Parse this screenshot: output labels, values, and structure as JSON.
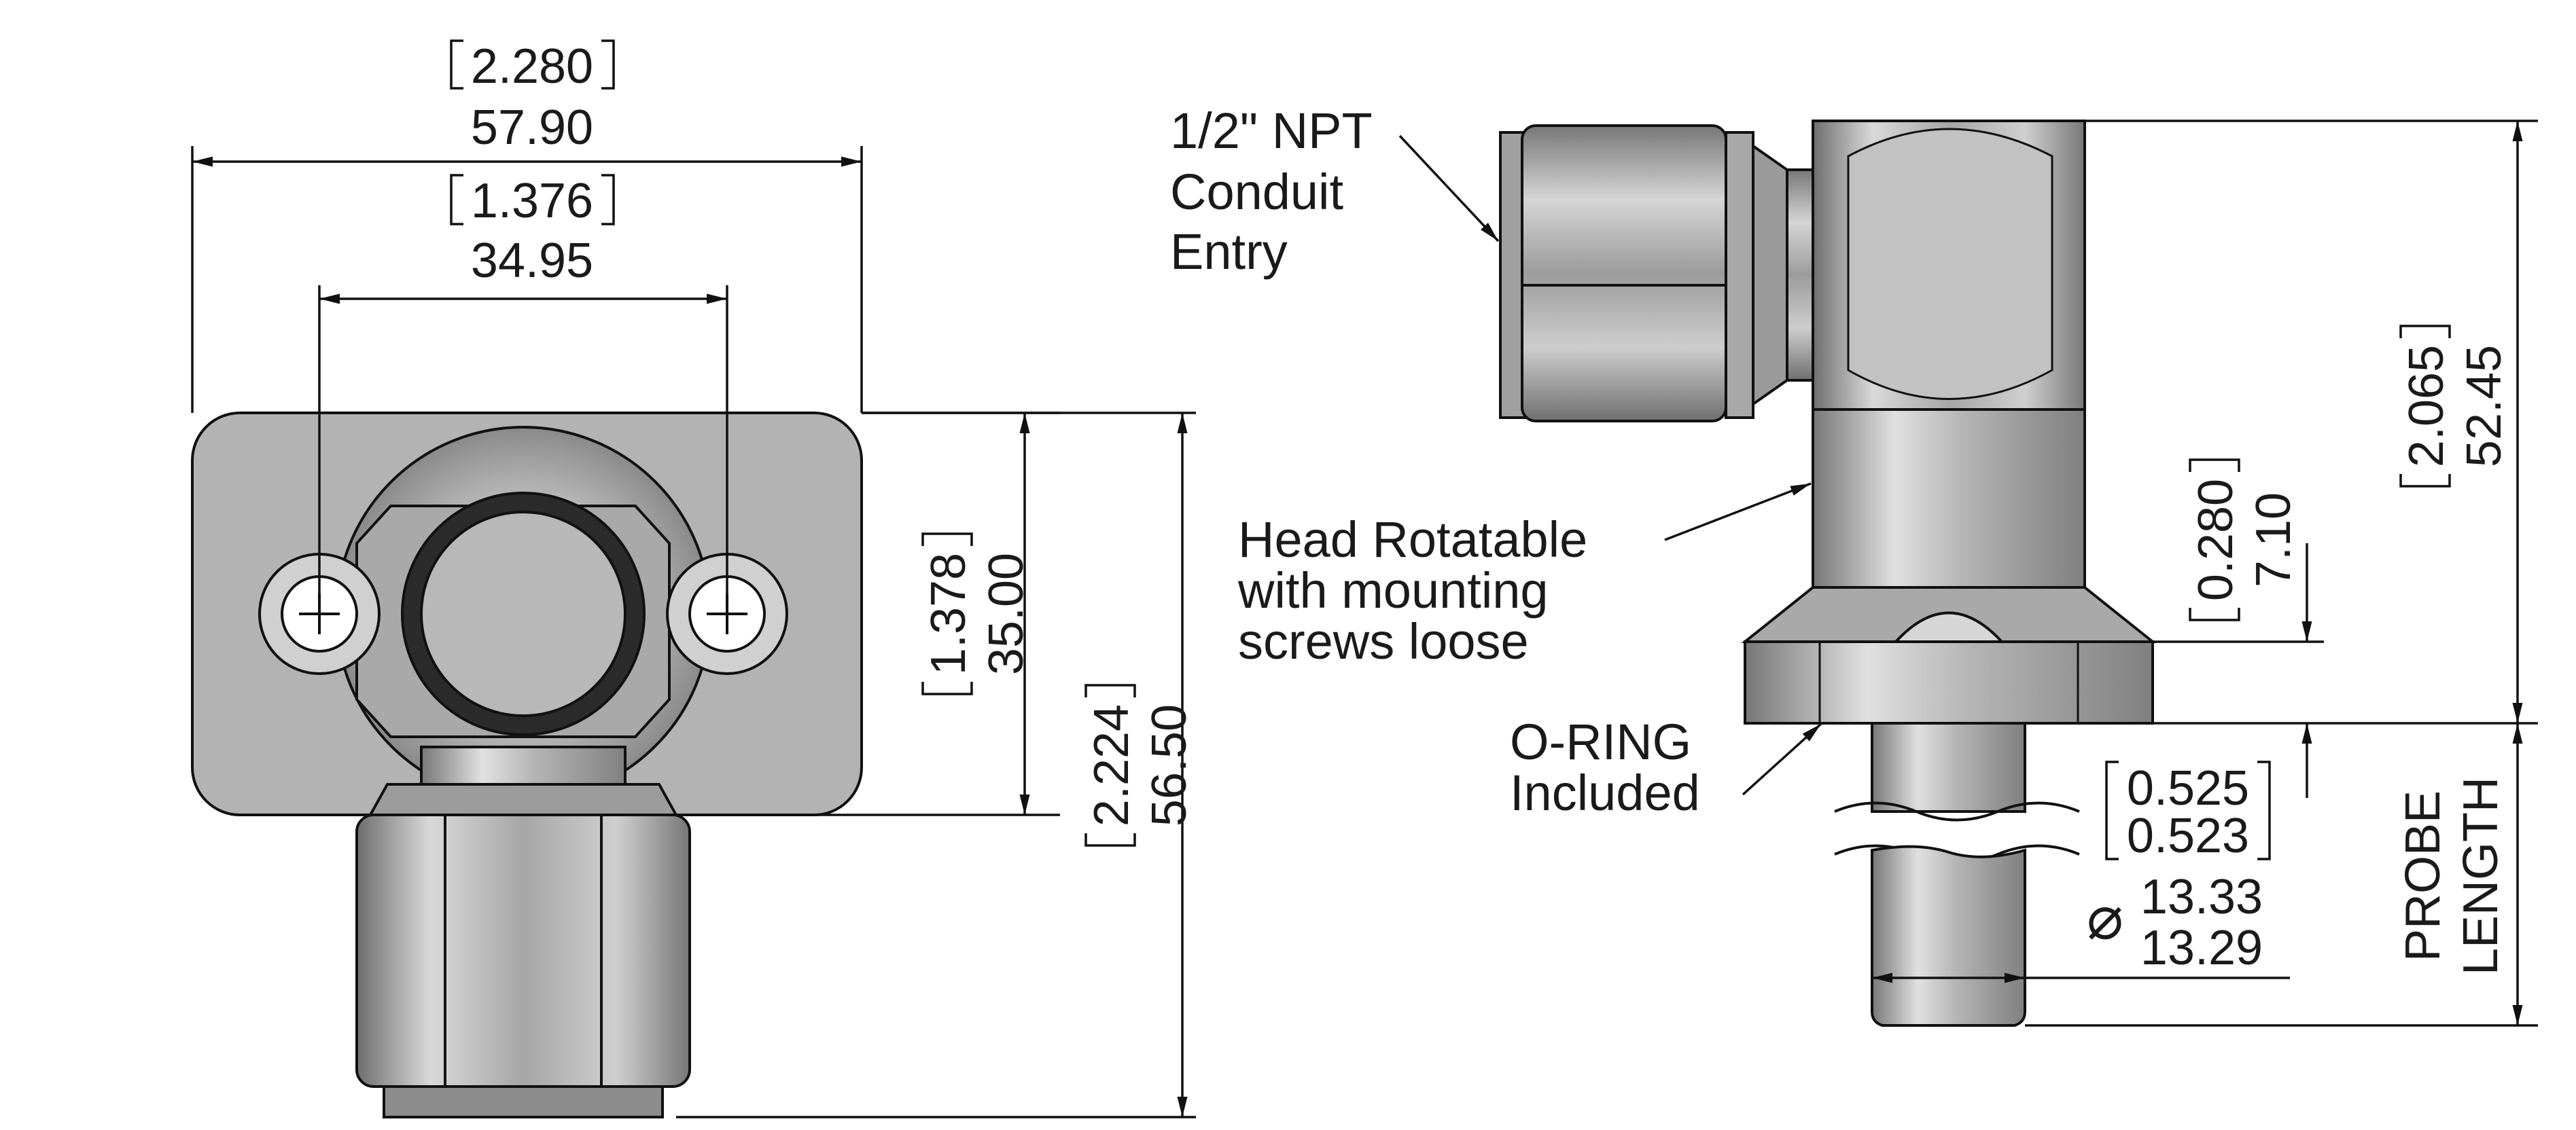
{
  "front_view": {
    "overall_width": {
      "in": "2.280",
      "mm": "57.90"
    },
    "hole_spacing": {
      "in": "1.376",
      "mm": "34.95"
    },
    "flange_height": {
      "in": "1.378",
      "mm": "35.00"
    },
    "overall_height": {
      "in": "2.224",
      "mm": "56.50"
    }
  },
  "side_view": {
    "head_height": {
      "in": "2.065",
      "mm": "52.45"
    },
    "flange_thickness": {
      "in": "0.280",
      "mm": "7.10"
    },
    "probe_diameter": {
      "symbol": "⌀",
      "in_max": "0.525",
      "in_min": "0.523",
      "mm_max": "13.33",
      "mm_min": "13.29"
    },
    "probe_length": {
      "line1": "PROBE",
      "line2": "LENGTH"
    }
  },
  "callouts": {
    "conduit": [
      "1/2\" NPT",
      "Conduit",
      "Entry"
    ],
    "head": [
      "Head Rotatable",
      "with mounting",
      "screws loose"
    ],
    "oring": [
      "O-RING",
      "Included"
    ]
  }
}
